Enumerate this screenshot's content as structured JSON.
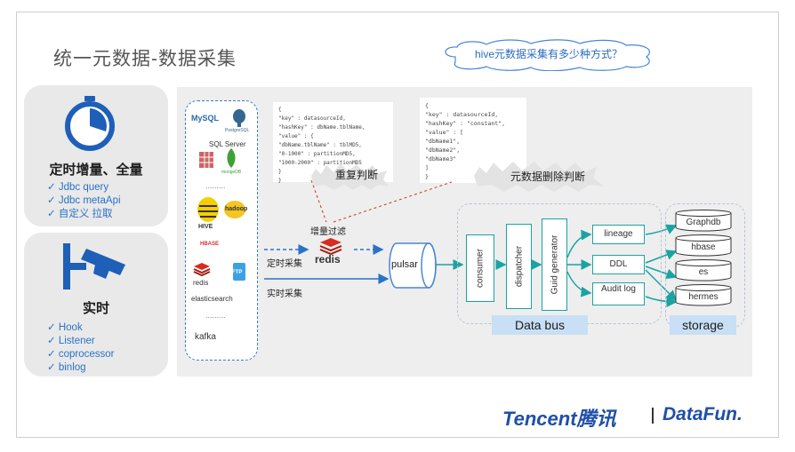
{
  "title": "统一元数据-数据采集",
  "question": "hive元数据采集有多少种方式？",
  "scheduled": {
    "title": "定时增量、全量",
    "items": [
      "Jdbc query",
      "Jdbc metaApi",
      "自定义 拉取"
    ]
  },
  "realtime": {
    "title": "实时",
    "items": [
      "Hook",
      "Listener",
      "coprocessor",
      "binlog"
    ]
  },
  "sources": [
    "MySQL",
    "PostgreSQL",
    "SQL Server",
    "mongoDB",
    "HIVE",
    "hadoop",
    "HBASE",
    "redis",
    "FTP",
    "elasticsearch",
    "kafka"
  ],
  "code1": {
    "lines": [
      "{",
      "  \"key\" : datasourceId,",
      "  \"hashKey\" : dbName.tblName,",
      "  \"value\" : {",
      "    \"dbName.tblName\" : tblMD5,",
      "    \"0-1000\" : partitionMD5,",
      "    \"1000-2000\" : partitionMD5",
      "  }",
      "}"
    ],
    "caption": "重复判断"
  },
  "code2": {
    "lines": [
      "{",
      "  \"key\" : datasourceId,",
      "  \"hashKey\" : \"constant\",",
      "  \"value\" : [",
      "    \"dbName1\",",
      "    \"dbName2\",",
      "    \"dbName3\"",
      "  ]",
      "}"
    ],
    "caption": "元数据删除判断"
  },
  "flow": {
    "incremental_filter": "增量过滤",
    "redis": "redis",
    "scheduled_collect": "定时采集",
    "realtime_collect": "实时采集",
    "pulsar": "pulsar",
    "consumer": "consumer",
    "dispatcher": "dispatcher",
    "guid_generator": "Guid generator",
    "lineage": "lineage",
    "ddl": "DDL",
    "audit_log": "Audit log",
    "data_bus": "Data bus",
    "storage": "storage",
    "stores": [
      "Graphdb",
      "hbase",
      "es",
      "hermes"
    ]
  },
  "brand": {
    "tencent": "Tencent腾讯",
    "datafun": "DataFun."
  }
}
